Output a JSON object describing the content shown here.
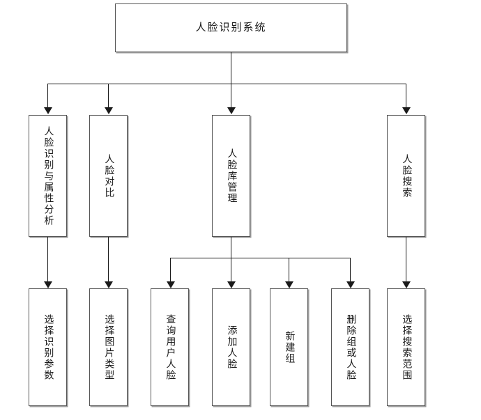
{
  "diagram": {
    "title": "人脸识别系统",
    "root": {
      "id": "root",
      "label": "人脸识别系统"
    },
    "level2": [
      {
        "id": "l2-1",
        "label": "人脸识别与属性分析"
      },
      {
        "id": "l2-2",
        "label": "人脸对比"
      },
      {
        "id": "l2-3",
        "label": "人脸库管理"
      },
      {
        "id": "l2-4",
        "label": "人脸搜索"
      }
    ],
    "level3": [
      {
        "id": "l3-1",
        "label": "选择识别参数",
        "parent": "l2-1"
      },
      {
        "id": "l3-2",
        "label": "选择图片类型",
        "parent": "l2-2"
      },
      {
        "id": "l3-3",
        "label": "查询用户人脸",
        "parent": "l2-3"
      },
      {
        "id": "l3-4",
        "label": "添加人脸",
        "parent": "l2-3"
      },
      {
        "id": "l3-5",
        "label": "新建组",
        "parent": "l2-3"
      },
      {
        "id": "l3-6",
        "label": "删除组或人脸",
        "parent": "l2-3"
      },
      {
        "id": "l3-7",
        "label": "选择搜索范围",
        "parent": "l2-4"
      }
    ],
    "colors": {
      "box_border": "#555555",
      "box_shadow": "#9a9a9a",
      "connector": "#1a1a1a",
      "text": "#1a1a1a",
      "background": "#ffffff"
    }
  }
}
